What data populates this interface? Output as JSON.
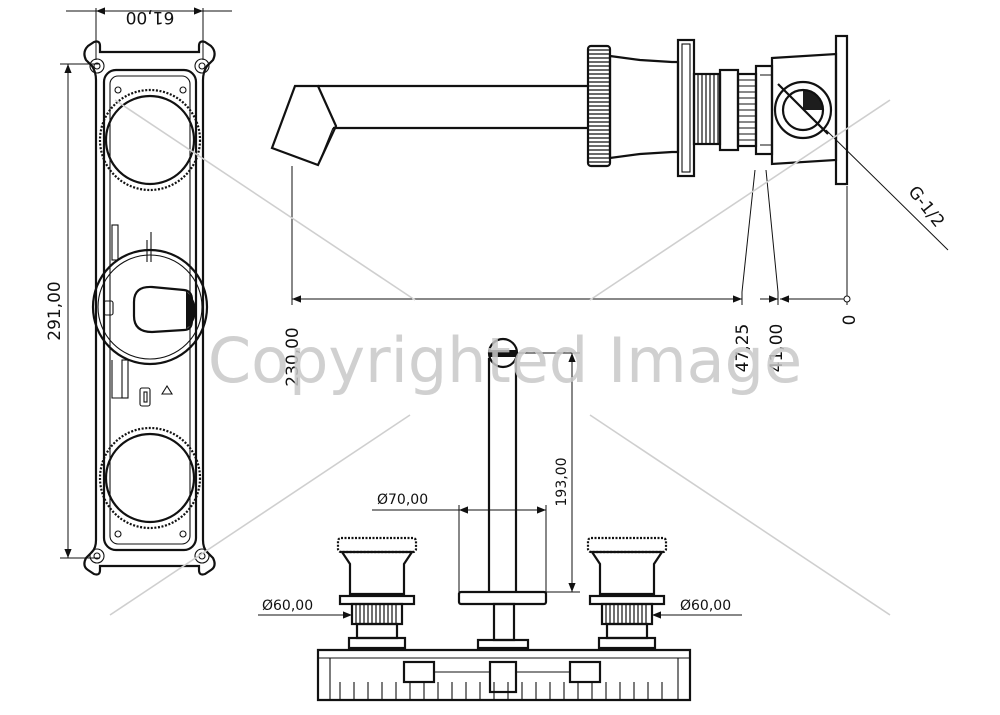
{
  "dimensions": {
    "plate_width": "61,00",
    "plate_height": "291,00",
    "projection_total": "230,00",
    "offset_a": "47,25",
    "offset_b": "41,00",
    "origin": "0",
    "thread": "G-1/2",
    "spout_height": "193,00",
    "escutcheon_diameter": "Ø70,00",
    "handle_left_diameter": "Ø60,00",
    "handle_right_diameter": "Ø60,00"
  },
  "watermark": {
    "text": "Copyrighted Image"
  },
  "colors": {
    "line": "#111111",
    "watermark": "#c8c8c8",
    "background": "#ffffff"
  }
}
